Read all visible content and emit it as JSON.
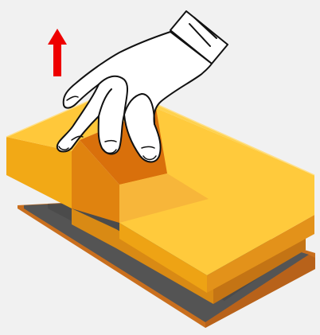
{
  "scene": {
    "description_icons": [
      "hand-icon",
      "up-arrow-icon",
      "v-groove-block",
      "base-plate"
    ],
    "colors": {
      "background": "#f1f1f1",
      "arrow": "#ee0000",
      "block_top": "#ffc93a",
      "block_front": "#f0a613",
      "block_side": "#e7961a",
      "groove_dark": "#d9700b",
      "groove_light": "#f6bb3b",
      "base_top": "#555555",
      "base_edge": "#c96f1e",
      "hand_fill": "#ffffff",
      "hand_stroke": "#111111"
    },
    "arrow_direction": "up"
  }
}
